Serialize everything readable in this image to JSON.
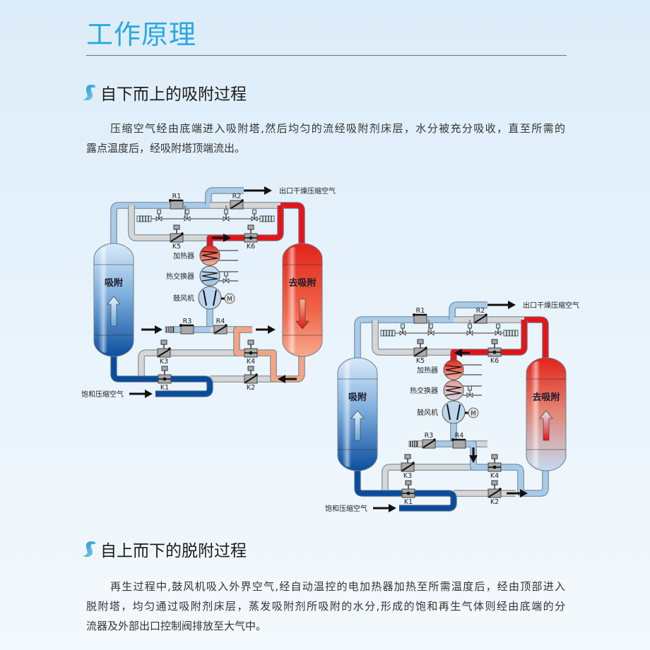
{
  "page_title": "工作原理",
  "sections": [
    {
      "heading": "自下而上的吸附过程",
      "lines": [
        "压缩空气经由底端进入吸附塔,然后均匀的流经吸附剂床层，水分被充分吸收，直至所需的",
        "露点温度后，经吸附塔顶端流出。"
      ]
    },
    {
      "heading": "自上而下的脱附过程",
      "lines": [
        "再生过程中,鼓风机吸入外界空气,经自动温控的电加热器加热至所需温度后，经由顶部进入",
        "脱附塔，均匀通过吸附剂床层，蒸发吸附剂所吸附的水分,形成的饱和再生气体则经由底端的分",
        "流器及外部出口控制阀排放至大气中。"
      ]
    }
  ],
  "diagrams": [
    {
      "outlet_label": "出口干燥压缩空气",
      "inlet_label": "饱和压缩空气",
      "heater_label": "加热器",
      "exchanger_label": "热交换器",
      "blower_label": "鼓风机",
      "motor_label": "M",
      "left_tower_label": "吸附",
      "right_tower_label": "去吸附",
      "valves": {
        "R1": "R1",
        "R2": "R2",
        "R3": "R3",
        "R4": "R4",
        "K1": "K1",
        "K2": "K2",
        "K3": "K3",
        "K4": "K4",
        "K5": "K5",
        "K6": "K6"
      }
    },
    {
      "outlet_label": "出口干燥压缩空气",
      "inlet_label": "饱和压缩空气",
      "heater_label": "加热器",
      "exchanger_label": "热交换器",
      "blower_label": "鼓风机",
      "motor_label": "M",
      "left_tower_label": "吸附",
      "right_tower_label": "去吸附",
      "valves": {
        "R1": "R1",
        "R2": "R2",
        "R3": "R3",
        "R4": "R4",
        "K1": "K1",
        "K2": "K2",
        "K3": "K3",
        "K4": "K4",
        "K5": "K5",
        "K6": "K6"
      }
    }
  ],
  "colors": {
    "title": "#2aa8e2",
    "pipe_dry": "#a8cbea",
    "pipe_wet": "#0a4c9c",
    "pipe_idle": "#d6d6d6",
    "pipe_hot": "#e3151b",
    "pipe_exhaust": "#f2a585"
  }
}
